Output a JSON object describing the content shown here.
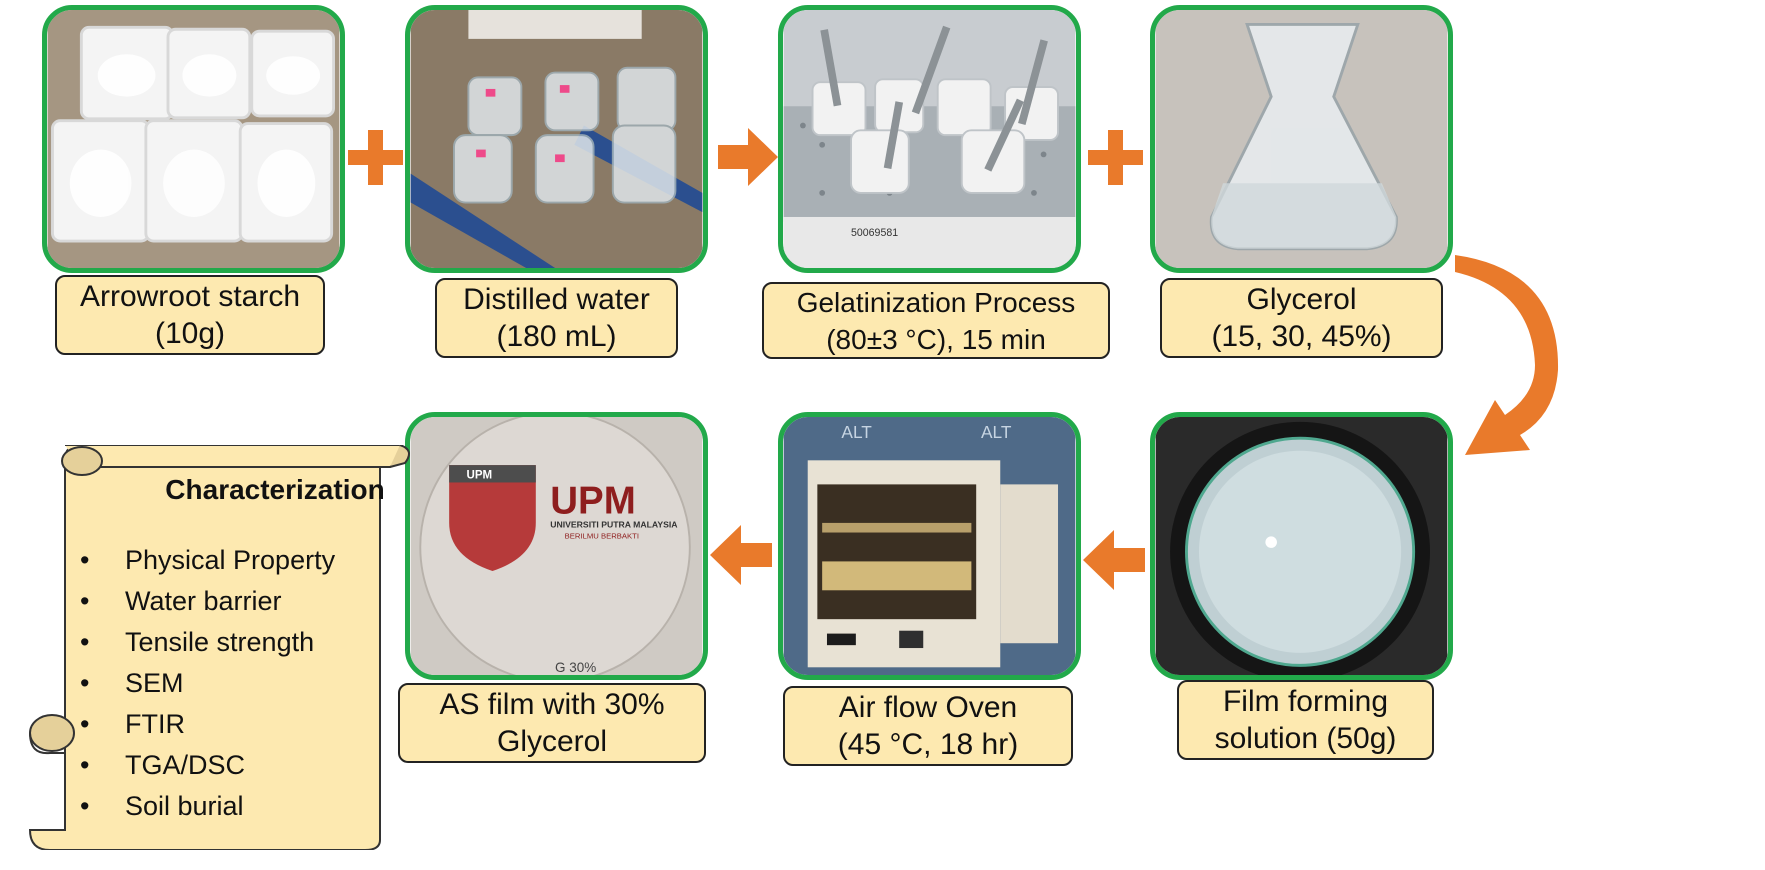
{
  "steps": {
    "starch": {
      "line1": "Arrowroot starch",
      "line2": "(10g)"
    },
    "water": {
      "line1": "Distilled water",
      "line2": "(180 mL)"
    },
    "gel": {
      "line1": "Gelatinization Process",
      "line2": "(80±3 °C), 15 min"
    },
    "glycerol": {
      "line1": "Glycerol",
      "line2": "(15, 30, 45%)"
    },
    "film_solution": {
      "line1": "Film forming",
      "line2": "solution (50g)"
    },
    "oven": {
      "line1": "Air flow Oven",
      "line2": "(45 °C, 18 hr)"
    },
    "as_film": {
      "line1": "AS film with 30%",
      "line2": "Glycerol"
    }
  },
  "photo_text": {
    "beaker_code": "50069581",
    "oven_brand_1": "ALT",
    "oven_brand_2": "ALT",
    "upm_big": "UPM",
    "upm_small": "UPM",
    "upm_university": "UNIVERSITI PUTRA MALAYSIA",
    "upm_motto": "BERILMU BERBAKTI",
    "film_note": "G 30%"
  },
  "characterization": {
    "title": "Characterization",
    "items": [
      "Physical Property",
      "Water barrier",
      "Tensile strength",
      "SEM",
      "FTIR",
      "TGA/DSC",
      "Soil burial"
    ]
  },
  "colors": {
    "frame": "#22a94a",
    "label_fill": "#fde9b0",
    "operator": "#e97a2b"
  }
}
